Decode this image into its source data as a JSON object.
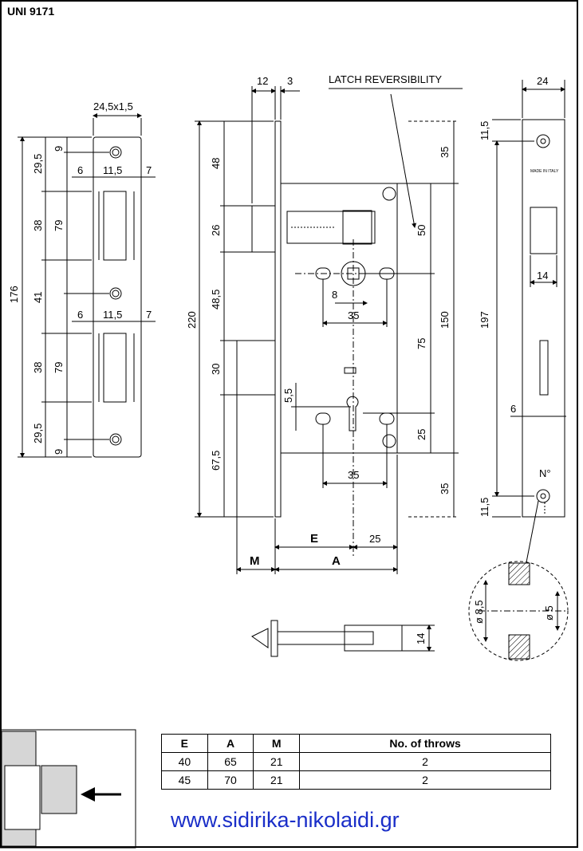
{
  "title": "UNI 9171",
  "website": "www.sidirika-nikolaidi.gr",
  "colors": {
    "link": "#1a2ec8",
    "drawing": "#000000",
    "fill_gray": "#d6d6d6"
  },
  "strike_plate": {
    "width_label": "24,5x1,5",
    "total_height": "176",
    "segments_outer": [
      "29,5",
      "38",
      "41",
      "38",
      "29,5"
    ],
    "segments_inner": [
      "9",
      "79",
      "79",
      "9"
    ],
    "slot_offsets": [
      "6",
      "11,5",
      "7"
    ]
  },
  "lock_body": {
    "top_dims": [
      "12",
      "3"
    ],
    "latch_label": "LATCH REVERSIBILITY",
    "total_height": "220",
    "left_segments": [
      "48",
      "26",
      "48,5",
      "30",
      "67,5"
    ],
    "right_segments": [
      "35",
      "50",
      "150",
      "75",
      "25",
      "35"
    ],
    "spindle_square": "8",
    "spacing_upper": "35",
    "spacing_lower": "35",
    "key_offset": "5,5",
    "E_label": "E",
    "A_label": "A",
    "M_label": "M",
    "backset_25": "25"
  },
  "faceplate": {
    "width": "24",
    "top_offset": "11,5",
    "bottom_offset": "11,5",
    "height": "197",
    "latch_width": "14",
    "bolt_width": "6",
    "logo_text": "MADE IN ITALY",
    "hole_label": "N°"
  },
  "screw_detail": {
    "outer_dia": "ø 8,5",
    "inner_dia": "ø 5"
  },
  "latch_detail": {
    "height": "14"
  },
  "table": {
    "headers": [
      "E",
      "A",
      "M",
      "No. of throws"
    ],
    "rows": [
      [
        "40",
        "65",
        "21",
        "2"
      ],
      [
        "45",
        "70",
        "21",
        "2"
      ]
    ]
  },
  "door_detail": {
    "arrow": "direction"
  }
}
